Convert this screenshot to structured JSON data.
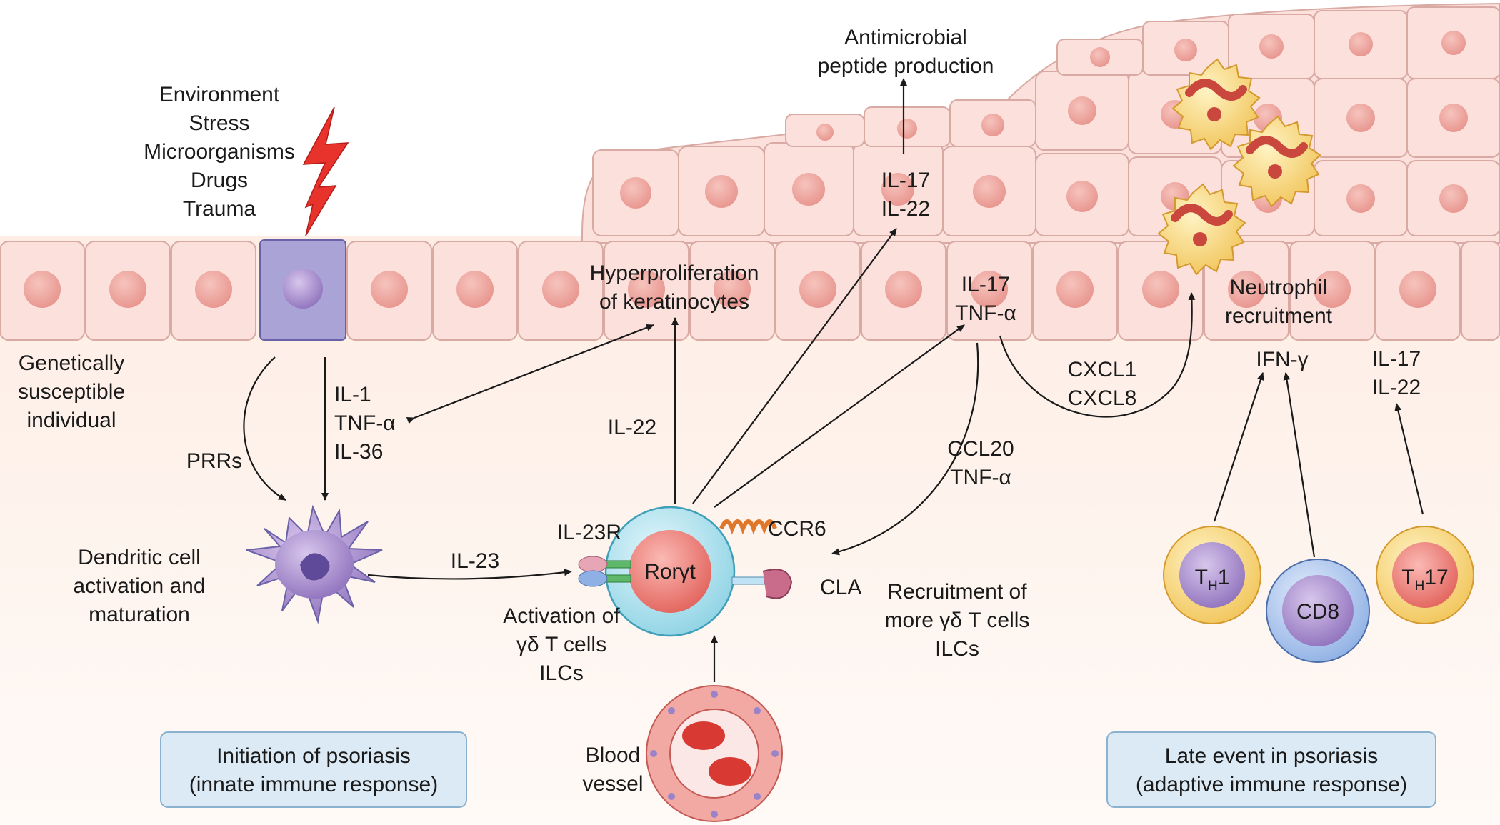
{
  "triggers": [
    "Environment",
    "Stress",
    "Microorganisms",
    "Drugs",
    "Trauma"
  ],
  "genetic": [
    "Genetically",
    "susceptible",
    "individual"
  ],
  "innate_signals": {
    "prrs": "PRRs",
    "list": [
      "IL-1",
      "TNF-α",
      "IL-36"
    ]
  },
  "dendritic": [
    "Dendritic cell",
    "activation and",
    "maturation"
  ],
  "il23": "IL-23",
  "il23r": "IL-23R",
  "roryt": "Rorγt",
  "ccr6": "CCR6",
  "cla": "CLA",
  "activation": [
    "Activation of",
    "γδ T cells",
    "ILCs"
  ],
  "il22_left": "IL-22",
  "hyperproliferation": [
    "Hyperproliferation",
    "of keratinocytes"
  ],
  "amp": [
    "Antimicrobial",
    "peptide production"
  ],
  "il17_22_upper": [
    "IL-17",
    "IL-22"
  ],
  "il17_tnf": [
    "IL-17",
    "TNF-α"
  ],
  "cxcl": [
    "CXCL1",
    "CXCL8"
  ],
  "ccl20": [
    "CCL20",
    "TNF-α"
  ],
  "recruitment": [
    "Recruitment of",
    "more γδ T cells",
    "ILCs"
  ],
  "blood_vessel": [
    "Blood",
    "vessel"
  ],
  "neutrophil": [
    "Neutrophil",
    "recruitment"
  ],
  "ifng": "IFN-γ",
  "il17_22_right": [
    "IL-17",
    "IL-22"
  ],
  "th1": {
    "main": "T",
    "sub": "H",
    "tail": "1"
  },
  "cd8": "CD8",
  "th17": {
    "main": "T",
    "sub": "H",
    "tail": "17"
  },
  "box_left": [
    "Initiation of psoriasis",
    "(innate immune response)"
  ],
  "box_right": [
    "Late event in psoriasis",
    "(adaptive immune response)"
  ]
}
